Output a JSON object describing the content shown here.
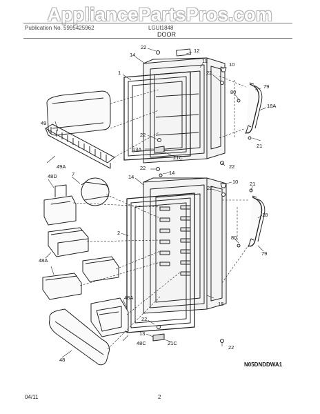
{
  "watermark": "AppliancePartsPros.com",
  "header": {
    "left_text": "Publication No. 5995425962",
    "model_text": "LGUI1848",
    "section_title": "DOOR"
  },
  "diagram_code": "N05DNDDWA1",
  "footer": {
    "date": "04/11",
    "page": "2"
  },
  "callouts": {
    "c1": "1",
    "c2": "2",
    "c7": "7",
    "c10a": "10",
    "c10b": "10",
    "c11": "11",
    "c12": "12",
    "c13": "13",
    "c13a": "13A",
    "c14a": "14",
    "c14b": "14",
    "c14c": "14",
    "c15": "15",
    "c18": "18",
    "c18a": "18A",
    "c21a": "21",
    "c21b": "21",
    "c21ca": "21C",
    "c21cb": "21C",
    "c22a": "22",
    "c22b": "22",
    "c22c": "22",
    "c22d": "22",
    "c22e": "22",
    "c22f": "22",
    "c22g": "22",
    "c22h": "22",
    "c48": "48",
    "c48a1": "48A",
    "c48a2": "48A",
    "c48c": "48C",
    "c48d": "48D",
    "c49": "49",
    "c49a": "49A",
    "c79a": "79",
    "c79b": "79",
    "c80a": "80",
    "c80b": "80"
  }
}
